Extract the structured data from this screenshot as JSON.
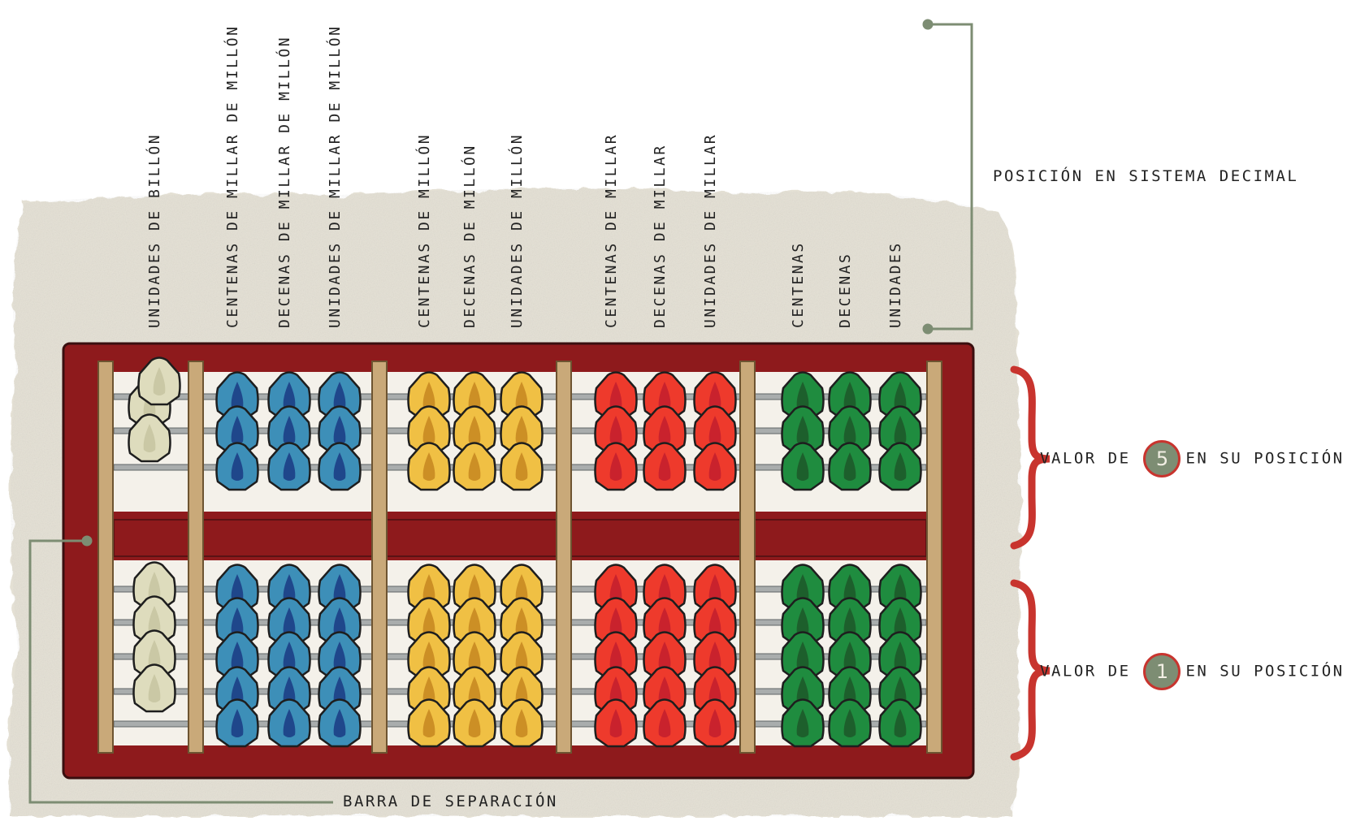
{
  "columns": [
    {
      "label": "UNIDADES DE BILLÓN",
      "color": "#dedcbd",
      "core": "#c8c5a2"
    },
    {
      "label": "CENTENAS DE MILLAR DE MILLÓN",
      "color": "#3d8fb8",
      "core": "#1c3f86"
    },
    {
      "label": "DECENAS DE MILLAR DE MILLÓN",
      "color": "#3d8fb8",
      "core": "#1c3f86"
    },
    {
      "label": "UNIDADES DE MILLAR DE MILLÓN",
      "color": "#3d8fb8",
      "core": "#1c3f86"
    },
    {
      "label": "CENTENAS DE MILLÓN",
      "color": "#f0c044",
      "core": "#c88a22"
    },
    {
      "label": "DECENAS DE MILLÓN",
      "color": "#f0c044",
      "core": "#c88a22"
    },
    {
      "label": "UNIDADES DE MILLÓN",
      "color": "#f0c044",
      "core": "#c88a22"
    },
    {
      "label": "CENTENAS DE MILLAR",
      "color": "#ee3a2c",
      "core": "#c4202e"
    },
    {
      "label": "DECENAS DE MILLAR",
      "color": "#ee3a2c",
      "core": "#c4202e"
    },
    {
      "label": "UNIDADES DE MILLAR",
      "color": "#ee3a2c",
      "core": "#c4202e"
    },
    {
      "label": "CENTENAS",
      "color": "#1f8c3f",
      "core": "#1d5a2a"
    },
    {
      "label": "DECENAS",
      "color": "#1f8c3f",
      "core": "#1d5a2a"
    },
    {
      "label": "UNIDADES",
      "color": "#1f8c3f",
      "core": "#1d5a2a"
    }
  ],
  "annotations": {
    "position_label": "POSICIÓN EN SISTEMA DECIMAL",
    "five": {
      "prefix": "VALOR DE",
      "number": "5",
      "suffix": "EN SU POSICIÓN"
    },
    "one": {
      "prefix": "VALOR DE",
      "number": "1",
      "suffix": "EN SU POSICIÓN"
    },
    "bar_label": "BARRA DE SEPARACIÓN"
  },
  "colors": {
    "frame": "#8e1a1c",
    "post": "#c9a979",
    "parchment": "#e5e1d6",
    "leader_line": "#7d8d73",
    "brace": "#c8342e"
  }
}
